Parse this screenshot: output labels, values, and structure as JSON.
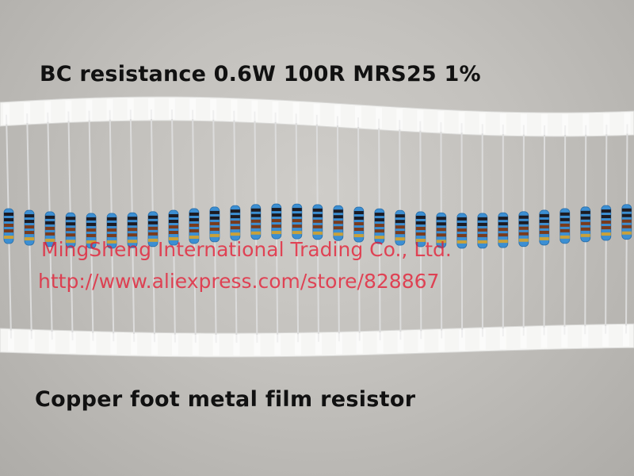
{
  "captions": {
    "top": "BC resistance 0.6W 100R MRS25 1%",
    "bottom": "Copper foot metal film resistor"
  },
  "watermark": {
    "company": "MingSheng International Trading Co., Ltd.",
    "url": "http://www.aliexpress.com/store/828867",
    "color": "#e8102a"
  },
  "subject": {
    "resistor_count": 31,
    "band_colors": [
      "#1d1b22",
      "#1d1b22",
      "#7a3b1c",
      "#7a3b1c",
      "#c9a13a"
    ],
    "body_color": "#3c8fd3",
    "tape_color": "#f6f6f4",
    "lead_color": "#dcdcdc"
  }
}
